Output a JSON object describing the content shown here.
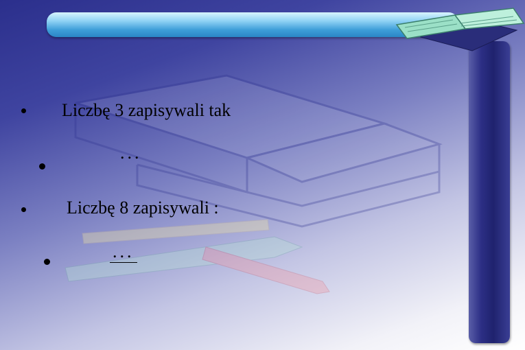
{
  "slide": {
    "items": [
      {
        "text": "Liczbę 3 zapisywali tak"
      },
      {
        "text": "..."
      },
      {
        "text": "Liczbę 8 zapisywali :"
      },
      {
        "text": "..."
      }
    ]
  },
  "colors": {
    "background_top": "#2b2f8c",
    "background_bottom": "#ffffff",
    "top_bar": "#3f9fd9",
    "side_bar": "#2c2f85",
    "text": "#000000"
  },
  "icons": [
    "open-book-icon",
    "notebook-illustration",
    "pencil-illustration",
    "bullet-dot"
  ]
}
